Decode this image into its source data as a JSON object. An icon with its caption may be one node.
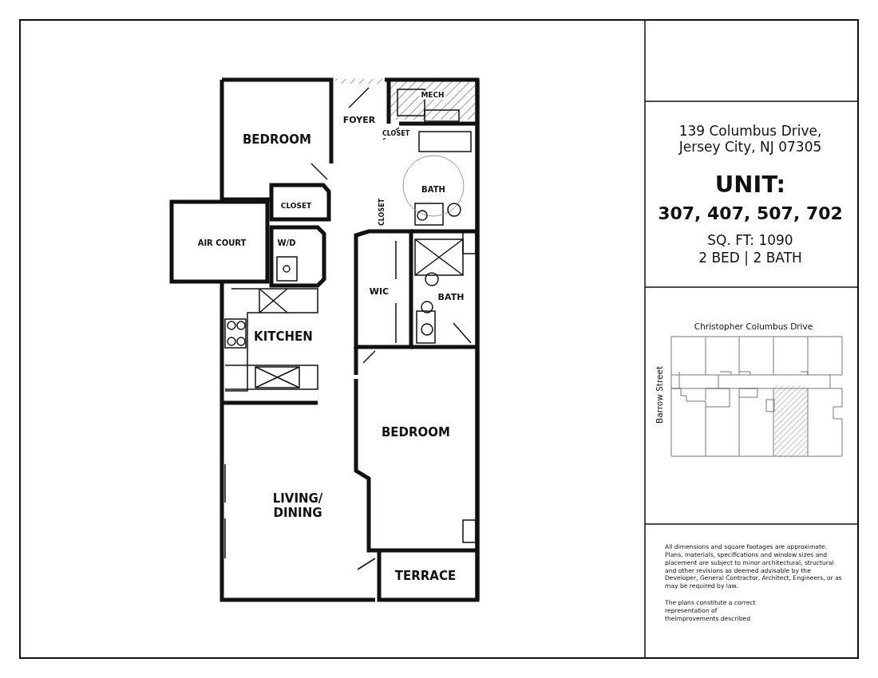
{
  "diagram": {
    "labels": [
      "BEDROOM",
      "FOYER",
      "MECH",
      "CLOSET",
      "BATH",
      "CLOSET",
      "CLOSET",
      "AIR COURT",
      "W/D",
      "WIC",
      "BATH",
      "KITCHEN",
      "BEDROOM",
      "LIVING/ DINING",
      "TERRACE",
      "139 Columbus Drive, Jersey City, NJ 07305",
      "UNIT:",
      "307, 407, 507, 702",
      "SQ. FT: 1090",
      "2 BED | 2 BATH",
      "Christopher Columbus Drive",
      "Barrow Street",
      "All dimensions and square footages are approximate. Plans, materials, specifications and window sizes and placement are subject to minor architectural, structural and other revisions as deemed advisable by the Developer, General Contractor, Architect, Engineers, or as may be required by law.",
      "The plans constitute a correct representation of theimprovements described"
    ]
  }
}
